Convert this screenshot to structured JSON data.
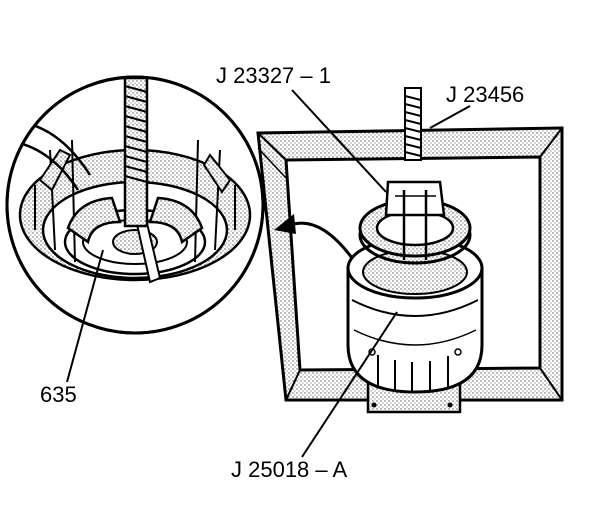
{
  "figure": {
    "colors": {
      "ink": "#000000",
      "frame_fill": "#dcdcdc",
      "paper": "#ffffff"
    }
  },
  "labels": {
    "j23327": "J 23327 – 1",
    "j23456": "J 23456",
    "part635": "635",
    "j25018": "J 25018 – A"
  }
}
